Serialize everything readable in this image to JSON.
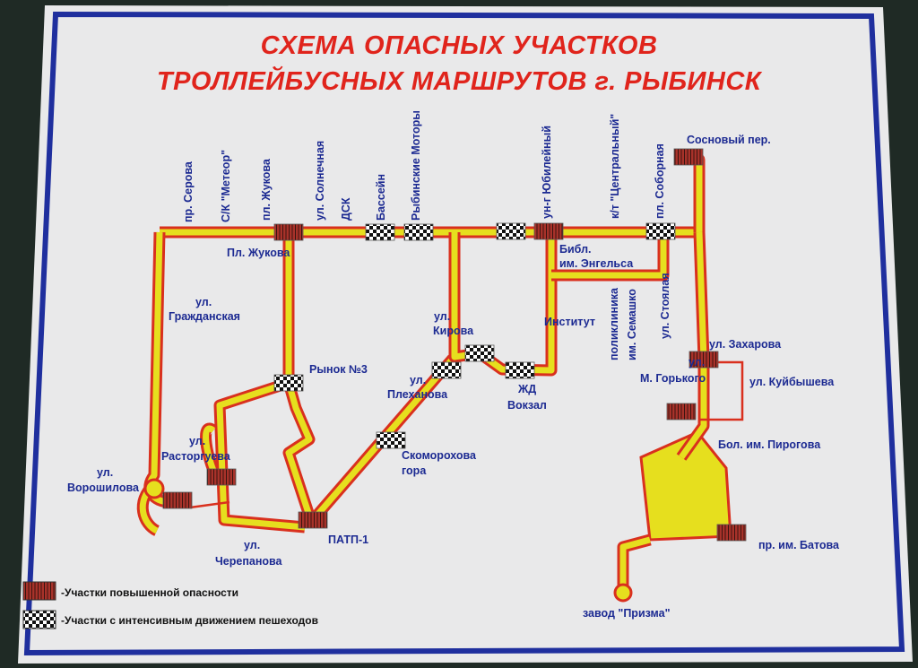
{
  "title": {
    "line1": "СХЕМА ОПАСНЫХ УЧАСТКОВ",
    "line2": "ТРОЛЛЕЙБУСНЫХ МАРШРУТОВ г. РЫБИНСК"
  },
  "top_stops": {
    "serova": "пр. Серова",
    "meteor": "С/К \"Метеор\"",
    "zhukova_pl": "пл. Жукова",
    "solnechnaya": "ул. Солнечная",
    "dsk": "ДСК",
    "basseyn": "Бассейн",
    "motory": "Рыбинские Моторы",
    "yubileyny": "ун-г Юбилейный",
    "tsentralny": "к/т \"Центральный\"",
    "sobornaya": "пл. Соборная"
  },
  "labels": {
    "pl_zhukova": "Пл. Жукова",
    "grazhd1": "ул.",
    "grazhd2": "Гражданская",
    "rynok": "Рынок №3",
    "kirova1": "ул.",
    "kirova2": "Кирова",
    "plekh1": "ул.",
    "plekh2": "Плеханова",
    "zhd1": "ЖД",
    "zhd2": "Вокзал",
    "institut": "Институт",
    "bibl1": "Библ.",
    "bibl2": "им. Энгельса",
    "poliklinika": "поликлиника",
    "semashko": "им. Семашко",
    "stoyalaya": "ул. Стоялая",
    "sosnovy": "Сосновый пер.",
    "zakharova": "ул. Захарова",
    "gorkogo1": "ул.",
    "gorkogo2": "М. Горького",
    "kuybysheva": "ул. Куйбышева",
    "pirogova": "Бол. им. Пирогова",
    "batova": "пр. им. Батова",
    "prizma": "завод \"Призма\"",
    "skom1": "Скоморохова",
    "skom2": "гора",
    "patp": "ПАТП-1",
    "cher1": "ул.",
    "cher2": "Черепанова",
    "rast1": "ул.",
    "rast2": "Расторгуева",
    "vor1": "ул.",
    "vor2": "Ворошилова"
  },
  "legend": {
    "danger": "-Участки повышенной опасности",
    "pedestrian": "-Участки с интенсивным движением пешеходов"
  },
  "colors": {
    "route_fill": "#e6df1e",
    "route_edge": "#d9301e",
    "text": "#1c2a92",
    "title": "#e0241c",
    "border": "#1f2f9e"
  }
}
